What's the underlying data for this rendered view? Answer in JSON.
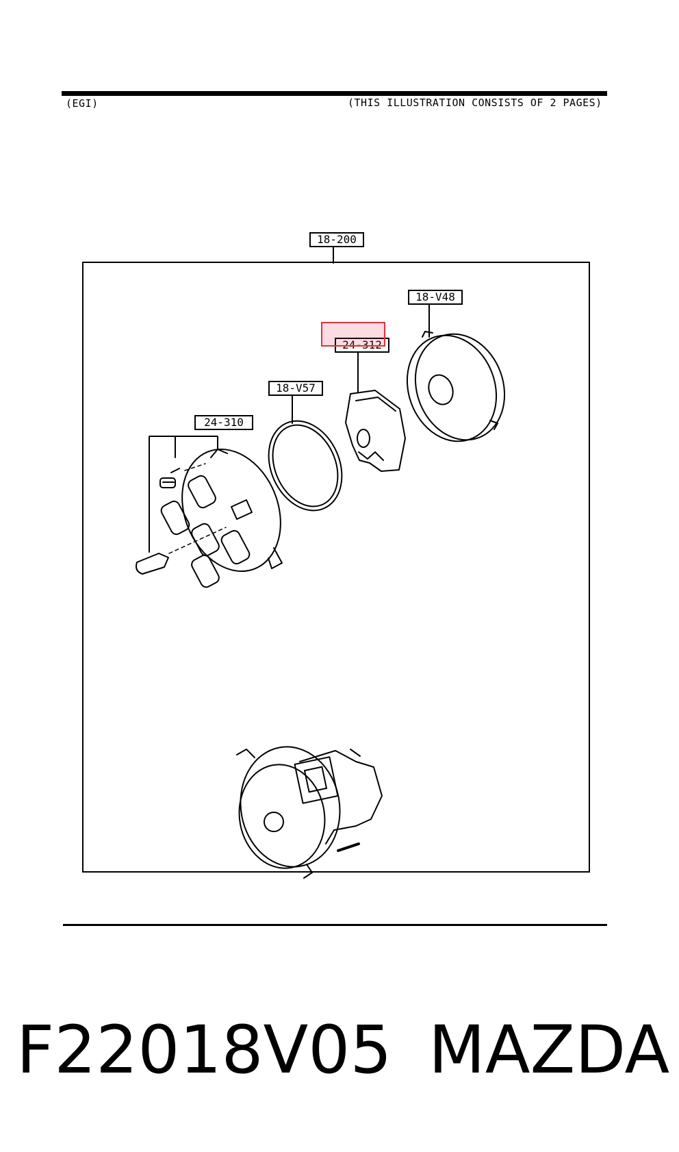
{
  "header": {
    "section": "(EGI)",
    "note": "(THIS ILLUSTRATION CONSISTS OF  2 PAGES)"
  },
  "callouts": {
    "assembly": "18-200",
    "cap_seal": "18-V48",
    "rotor": "24-312",
    "o_ring": "18-V57",
    "distributor_cap": "24-310"
  },
  "highlight": {
    "target": "24-312",
    "color": "#e0313f"
  },
  "footer": {
    "part_number": "F22018V05",
    "brand": "MAZDA"
  }
}
